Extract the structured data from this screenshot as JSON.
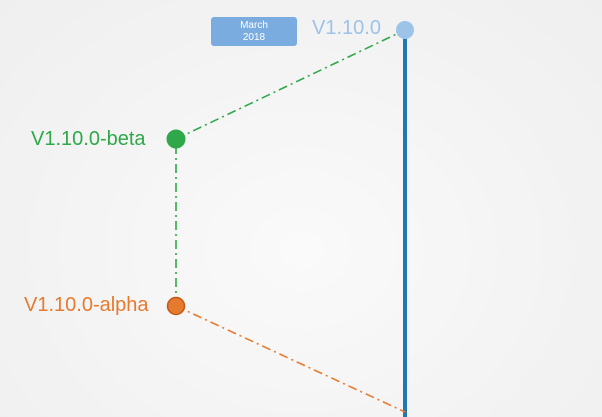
{
  "badge": {
    "line1": "March",
    "line2": "2018"
  },
  "versions": {
    "release": "V1.10.0",
    "beta": "V1.10.0-beta",
    "alpha": "V1.10.0-alpha"
  },
  "colors": {
    "timeline": "#1f78b4",
    "release": "#9cc3e8",
    "beta": "#2fa84a",
    "alpha": "#e67a2e",
    "badge": "#7aace0"
  }
}
